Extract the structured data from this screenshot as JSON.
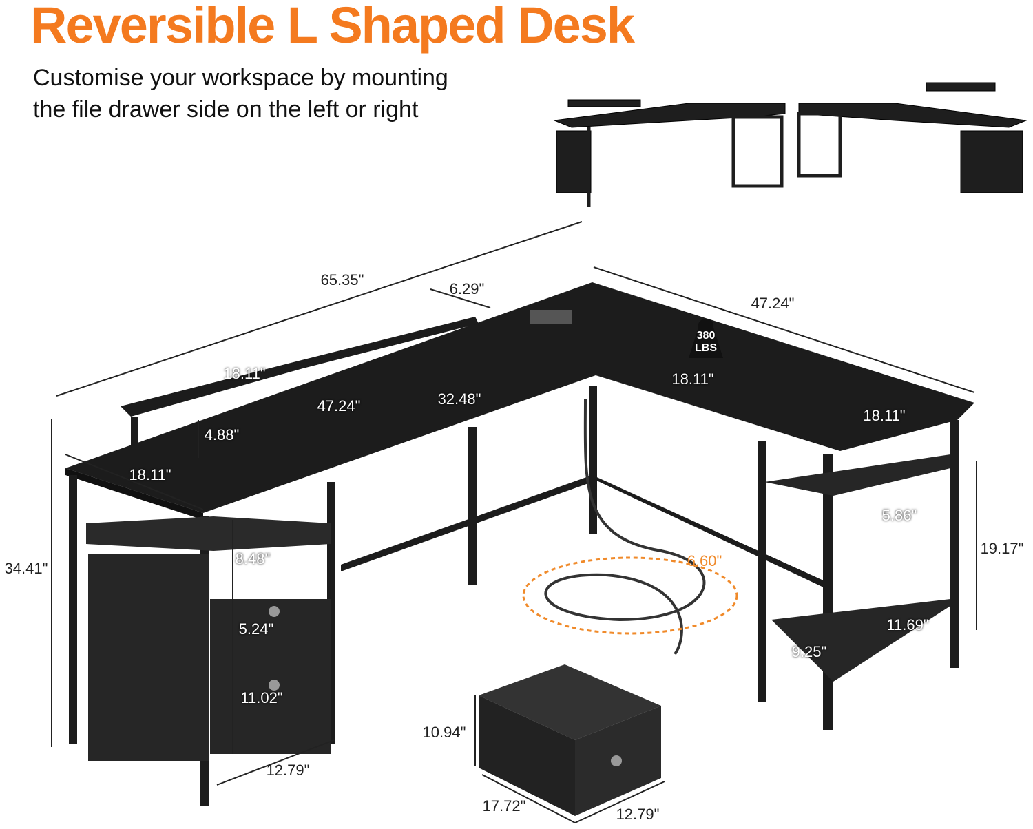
{
  "title": "Reversible L Shaped Desk",
  "subtitle_line1": "Customise your workspace by mounting",
  "subtitle_line2": "the file drawer side on the left or right",
  "weight_badge": {
    "value": "380",
    "unit": "LBS"
  },
  "dimensions": {
    "total_length": "65.35\"",
    "riser_depth": "6.29\"",
    "side_length": "47.24\"",
    "riser_width": "18.11\"",
    "main_length": "47.24\"",
    "inner_length": "32.48\"",
    "side_depth": "18.11\"",
    "side_end_depth": "18.11\"",
    "riser_height": "4.88\"",
    "main_depth": "18.11\"",
    "desk_height": "34.41\"",
    "open_shelf_height": "8.48\"",
    "cord_length": "6.60\"",
    "shelf_gap": "5.86\"",
    "shelf_unit_height": "19.17\"",
    "drawer_top_height": "5.24\"",
    "lower_shelf_gap": "11.69\"",
    "shelf_depth": "9.25\"",
    "drawer_bottom_height": "11.02\"",
    "bin_height": "10.94\"",
    "cabinet_width": "12.79\"",
    "bin_length": "17.72\"",
    "bin_width": "12.79\""
  },
  "colors": {
    "accent": "#f47a1f",
    "desk": "#1c1c1c"
  }
}
